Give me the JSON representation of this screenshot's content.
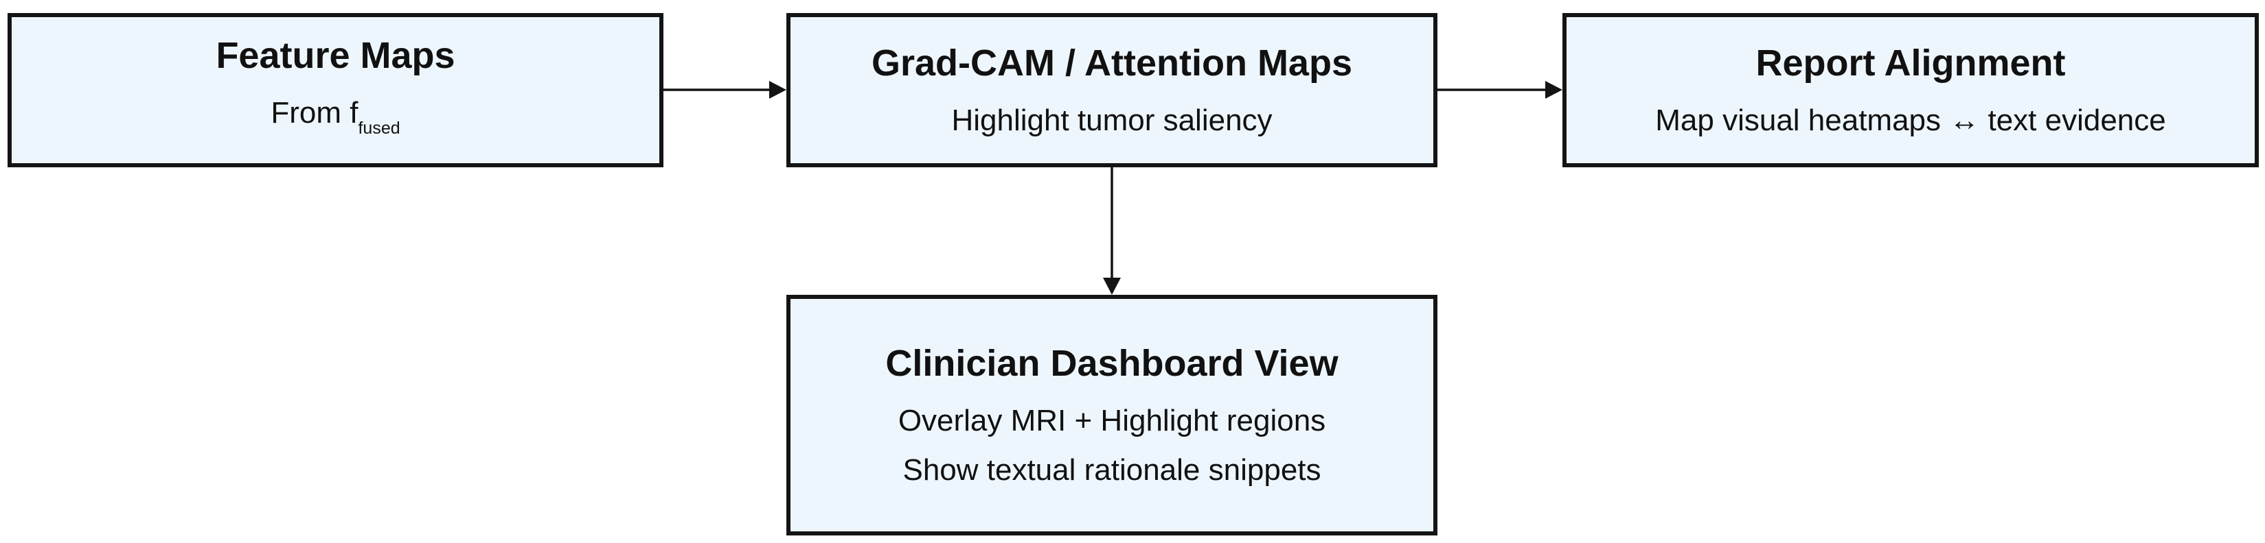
{
  "nodes": {
    "feature_maps": {
      "title": "Feature Maps",
      "line1_prefix": "From f",
      "line1_subscript": "fused"
    },
    "gradcam": {
      "title": "Grad-CAM / Attention Maps",
      "line1": "Highlight tumor saliency"
    },
    "report_alignment": {
      "title": "Report Alignment",
      "line1": "Map visual heatmaps ↔ text evidence"
    },
    "dashboard": {
      "title": "Clinician Dashboard View",
      "line1": "Overlay MRI + Highlight regions",
      "line2": "Show textual rationale snippets"
    }
  },
  "edges": [
    {
      "from": "Feature Maps",
      "to": "Grad-CAM / Attention Maps"
    },
    {
      "from": "Grad-CAM / Attention Maps",
      "to": "Report Alignment"
    },
    {
      "from": "Grad-CAM / Attention Maps",
      "to": "Clinician Dashboard View"
    }
  ],
  "colors": {
    "box_fill": "#eef6fd",
    "box_border": "#141414",
    "arrow": "#141414"
  }
}
